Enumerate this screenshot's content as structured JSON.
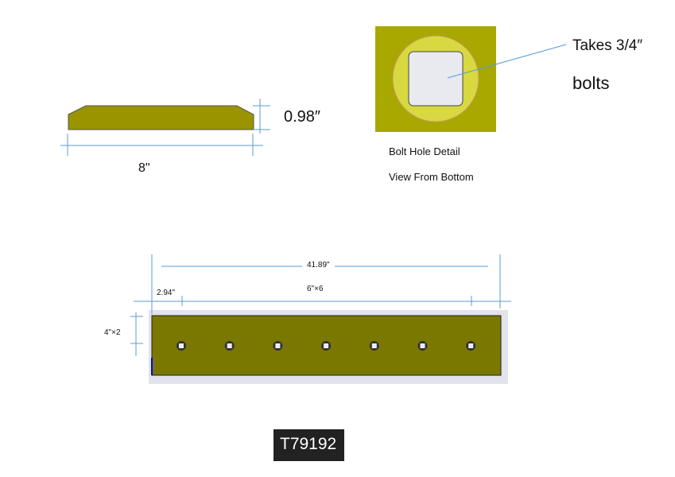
{
  "side_view": {
    "thickness": "0.98″",
    "width": "8\""
  },
  "bolt_detail": {
    "callout_line1": "Takes 3/4″",
    "callout_line2": "bolts",
    "caption1": "Bolt Hole Detail",
    "caption2": "View From Bottom"
  },
  "top_view": {
    "overall_length": "41.89\"",
    "edge_offset": "2.94\"",
    "hole_spacing": "6\"×6",
    "width_dim": "4\"×2",
    "hole_count": 7
  },
  "part_number": "T79192",
  "colors": {
    "steel": "#7a7800",
    "dim": "#5b9bd5"
  }
}
